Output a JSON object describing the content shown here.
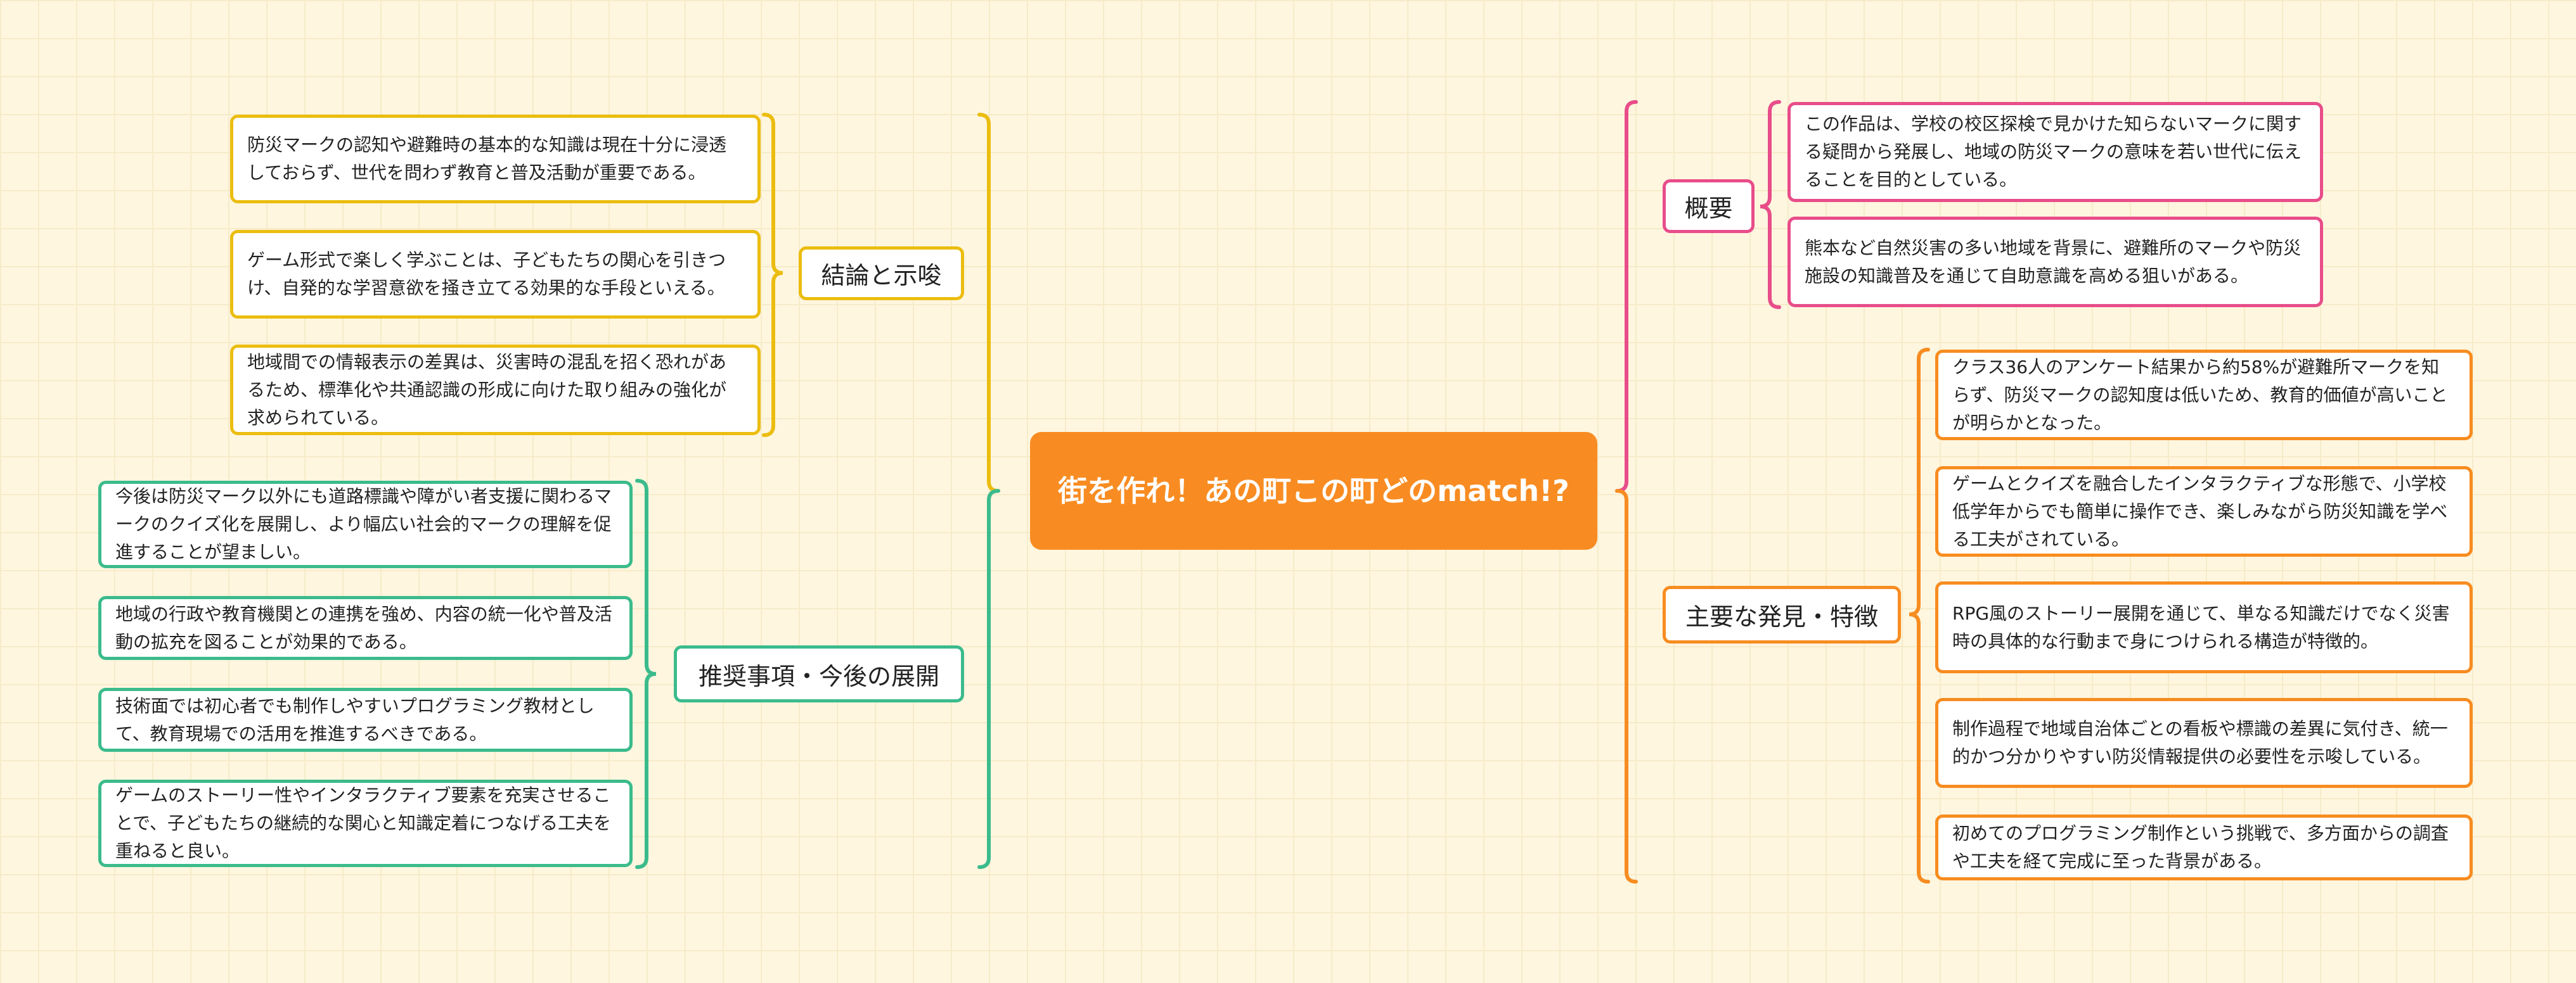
{
  "root": {
    "title": "街を作れ！あの町この町どのmatch!?"
  },
  "colors": {
    "conclusion": "#ebbd10",
    "recommendations": "#3bbb8c",
    "overview": "#e84d8a",
    "findings": "#f78c20",
    "root": "#f88c22"
  },
  "conclusion": {
    "label": "結論と示唆",
    "items": [
      "防災マークの認知や避難時の基本的な知識は現在十分に浸透しておらず、世代を問わず教育と普及活動が重要である。",
      "ゲーム形式で楽しく学ぶことは、子どもたちの関心を引きつけ、自発的な学習意欲を掻き立てる効果的な手段といえる。",
      "地域間での情報表示の差異は、災害時の混乱を招く恐れがあるため、標準化や共通認識の形成に向けた取り組みの強化が求められている。"
    ]
  },
  "recommendations": {
    "label": "推奨事項・今後の展開",
    "items": [
      "今後は防災マーク以外にも道路標識や障がい者支援に関わるマークのクイズ化を展開し、より幅広い社会的マークの理解を促進することが望ましい。",
      "地域の行政や教育機関との連携を強め、内容の統一化や普及活動の拡充を図ることが効果的である。",
      "技術面では初心者でも制作しやすいプログラミング教材として、教育現場での活用を推進するべきである。",
      "ゲームのストーリー性やインタラクティブ要素を充実させることで、子どもたちの継続的な関心と知識定着につなげる工夫を重ねると良い。"
    ]
  },
  "overview": {
    "label": "概要",
    "items": [
      "この作品は、学校の校区探検で見かけた知らないマークに関する疑問から発展し、地域の防災マークの意味を若い世代に伝えることを目的としている。",
      "熊本など自然災害の多い地域を背景に、避難所のマークや防災施設の知識普及を通じて自助意識を高める狙いがある。"
    ]
  },
  "findings": {
    "label": "主要な発見・特徴",
    "items": [
      "クラス36人のアンケート結果から約58%が避難所マークを知らず、防災マークの認知度は低いため、教育的価値が高いことが明らかとなった。",
      "ゲームとクイズを融合したインタラクティブな形態で、小学校低学年からでも簡単に操作でき、楽しみながら防災知識を学べる工夫がされている。",
      "RPG風のストーリー展開を通じて、単なる知識だけでなく災害時の具体的な行動まで身につけられる構造が特徴的。",
      "制作過程で地域自治体ごとの看板や標識の差異に気付き、統一的かつ分かりやすい防災情報提供の必要性を示唆している。",
      "初めてのプログラミング制作という挑戦で、多方面からの調査や工夫を経て完成に至った背景がある。"
    ]
  }
}
